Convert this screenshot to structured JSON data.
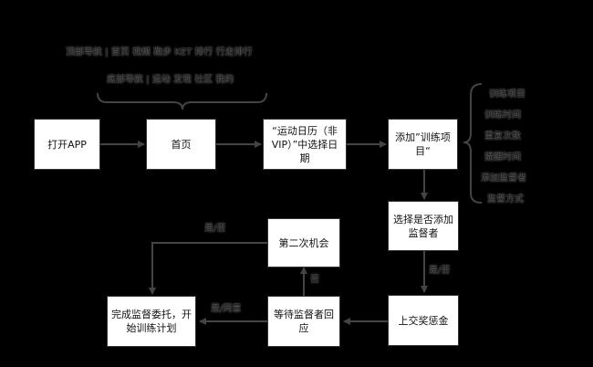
{
  "colors": {
    "background": "#000000",
    "box_fill": "#ffffff",
    "line": "#444444",
    "text": "#111111"
  },
  "nodes": {
    "open_app": "打开APP",
    "home": "首页",
    "calendar": "“运动日历（非VIP）”中选择日期",
    "add_training": "添加”训练项目“",
    "choose_supervisor": "选择是否添加监督者",
    "deposit": "上交奖惩金",
    "wait_supervisor": "等待监督者回应",
    "second_chance": "第二次机会",
    "complete": "完成监督委托，开始训练计划"
  },
  "annotations": {
    "home_top_line1": "顶部导航 | 首页 视频 跑步 KET 排行 行走排行",
    "home_top_line2": "底部导航 | 运动 发现 社区 我的"
  },
  "training_options": [
    "训练项目",
    "训练时间",
    "重复次数",
    "提醒时间",
    "添加监督者",
    "监督方式"
  ],
  "edge_labels": {
    "choose_to_deposit": "是/否",
    "wait_to_second": "否",
    "second_to_complete": "是/否",
    "wait_to_complete": "是/同意"
  }
}
